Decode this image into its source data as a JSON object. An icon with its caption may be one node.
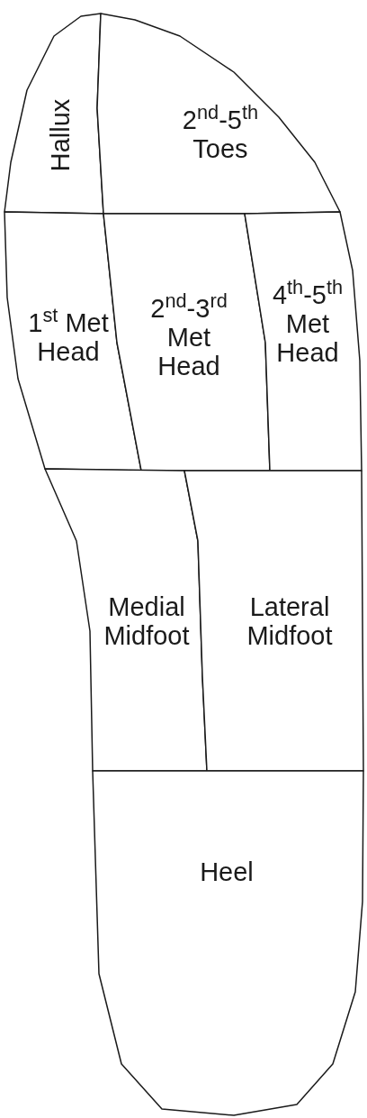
{
  "diagram": {
    "nodes": [
      {
        "text": [
          "Hallux"
        ]
      },
      {
        "text": [
          "2$^{nd}$-5$^{th}$ Toes"
        ]
      },
      {
        "text": [
          "1$^{st}$ Met Head"
        ]
      },
      {
        "text": [
          "2$^{nd}$-3$^{rd}$ Met Head"
        ]
      },
      {
        "text": [
          "4$^{th}$-5$^{th}$ Met Head"
        ]
      },
      {
        "text": [
          "Medial Midfoot"
        ]
      },
      {
        "text": [
          "Lateral Midfoot"
        ]
      },
      {
        "text": [
          "Heel"
        ]
      }
    ]
  }
}
